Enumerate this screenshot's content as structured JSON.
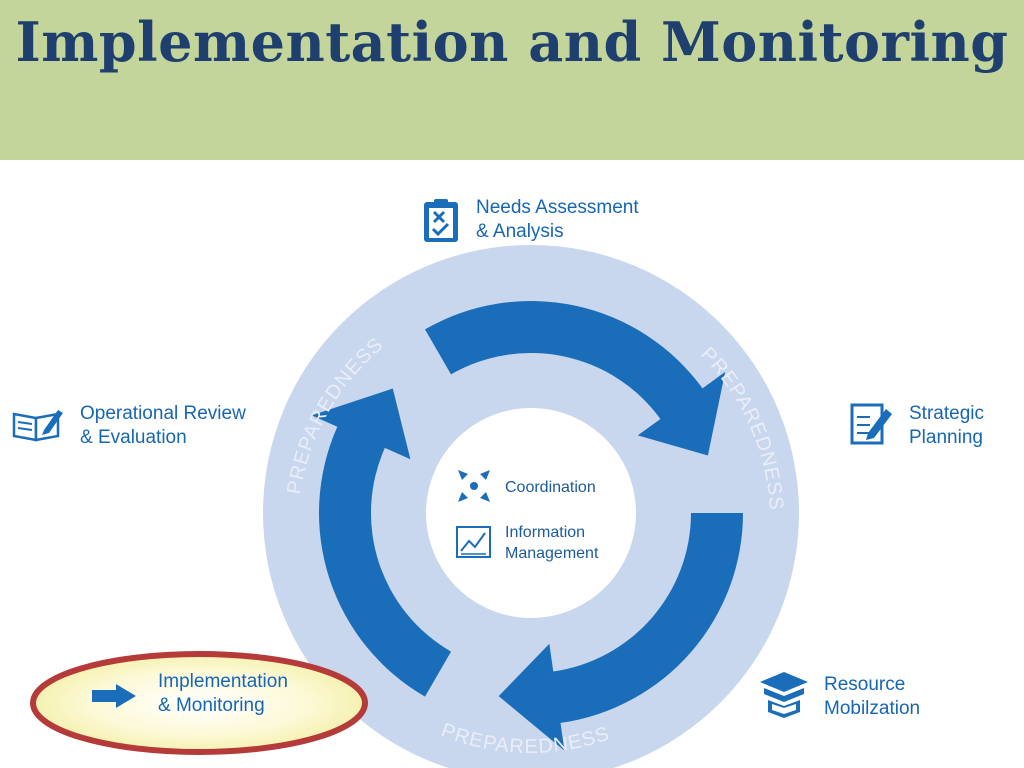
{
  "title": "Implementation and Monitoring",
  "stages": {
    "needs_assessment": {
      "line1": "Needs Assessment",
      "line2": "& Analysis",
      "icon": "clipboard-checklist-icon"
    },
    "strategic_planning": {
      "line1": "Strategic",
      "line2": "Planning",
      "icon": "document-pen-icon"
    },
    "resource_mobilization": {
      "line1": "Resource",
      "line2": "Mobilzation",
      "icon": "open-box-icon"
    },
    "implementation_monitoring": {
      "line1": "Implementation",
      "line2": "& Monitoring",
      "icon": "arrow-right-icon",
      "highlighted": true
    },
    "operational_review": {
      "line1": "Operational Review",
      "line2": "& Evaluation",
      "icon": "open-book-pen-icon"
    }
  },
  "center": {
    "coordination": "Coordination",
    "info_line1": "Information",
    "info_line2": "Management"
  },
  "ring_label": "PREPAREDNESS",
  "colors": {
    "header_bg": "#c4d59c",
    "title": "#1f3f6e",
    "ring_outer": "#c8d6ee",
    "arrow": "#1a6db9",
    "label": "#1766b3",
    "highlight_fill": "#fbf7c9",
    "highlight_border": "#b53a3a"
  }
}
